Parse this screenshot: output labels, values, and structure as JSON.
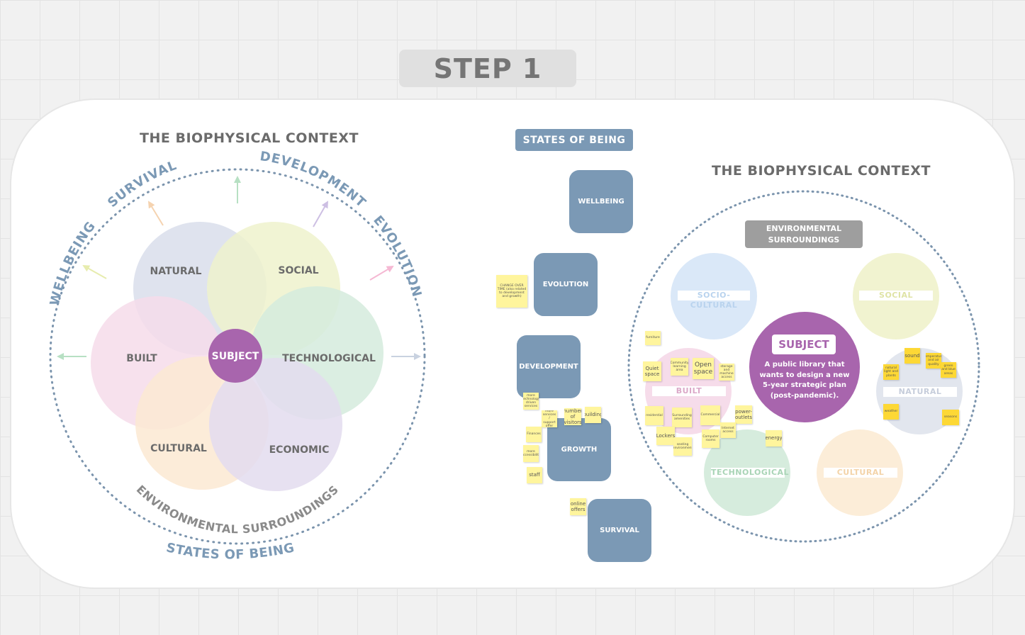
{
  "step_title": "STEP 1",
  "left": {
    "title": "THE BIOPHYSICAL CONTEXT",
    "arc_labels": {
      "survival": "SURVIVAL",
      "development": "DEVELOPMENT",
      "evolution": "EVOLUTION",
      "wellbeing": "WELLBEING",
      "environmental": "ENVIRONMENTAL SURROUNDINGS",
      "states": "STATES OF BEING"
    },
    "circles": [
      {
        "label": "NATURAL",
        "color": "#dfe3ee"
      },
      {
        "label": "SOCIAL",
        "color": "#eef2cc"
      },
      {
        "label": "TECHNOLOGICAL",
        "color": "#d5ebdd"
      },
      {
        "label": "BUILT",
        "color": "#f6dcea"
      },
      {
        "label": "CULTURAL",
        "color": "#fbe9d2"
      },
      {
        "label": "ECONOMIC",
        "color": "#e3dcee"
      }
    ],
    "subject": "SUBJECT",
    "subject_color": "#a865ad"
  },
  "right": {
    "states_title": "STATES OF BEING",
    "states": [
      "WELLBEING",
      "EVOLUTION",
      "DEVELOPMENT",
      "GROWTH",
      "SURVIVAL"
    ],
    "bio_title": "THE BIOPHYSICAL CONTEXT",
    "env_label_1": "ENVIRONMENTAL",
    "env_label_2": "SURROUNDINGS",
    "circles": [
      {
        "label": "SOCIO-CULTURAL",
        "color": "#dae8f8",
        "text": "#b9d3ee"
      },
      {
        "label": "SOCIAL",
        "color": "#f1f3d0",
        "text": "#dfe3a5"
      },
      {
        "label": "BUILT",
        "color": "#f6dcea",
        "text": "#dba9c9"
      },
      {
        "label": "NATURAL",
        "color": "#e2e6ee",
        "text": "#c6cddb"
      },
      {
        "label": "TECHNOLOGICAL",
        "color": "#d6ecdd",
        "text": "#a9d4b6"
      },
      {
        "label": "CULTURAL",
        "color": "#fcedd8",
        "text": "#f3d3a8"
      }
    ],
    "subject": "SUBJECT",
    "subject_desc": "A public library that wants to design a new 5-year strategic plan (post-pandemic)."
  },
  "stickies": {
    "change": "CHANGE OVER TIME (also related to development and growth)",
    "dev1": "more technology driven services",
    "dev2": "more services / support offer",
    "visitors": "number of visitors",
    "building": "building",
    "finances": "Finances",
    "areas": "more accessibility",
    "staff": "staff",
    "online": "online offers",
    "b_top": "furniture",
    "quiet": "Quiet space",
    "community": "Community learning area",
    "open": "Open space",
    "storage": "storage and machine access",
    "residential": "residential",
    "surrounding": "Surrounding amenities",
    "commercial": "Commercial",
    "power": "power-outlets",
    "lockers": "Lockers",
    "seating": "seating environment",
    "internet": "Internet access",
    "computer": "Computer rooms",
    "energy": "energy",
    "n1": "natural light and plants",
    "n2": "sound",
    "n3": "temperature and air quality",
    "n4": "green and blue areas",
    "n5": "weather",
    "n6": "seasons"
  }
}
